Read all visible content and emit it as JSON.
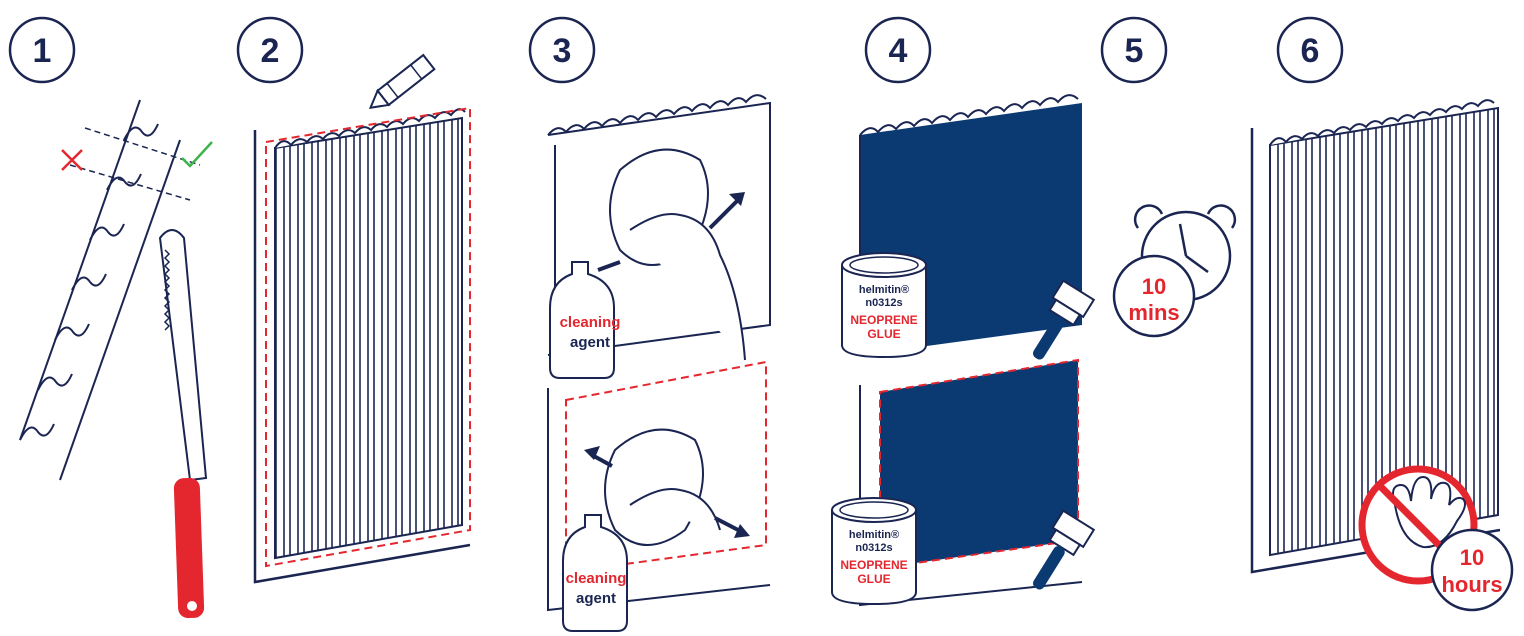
{
  "steps": [
    {
      "number": "1"
    },
    {
      "number": "2"
    },
    {
      "number": "3",
      "bottle_label_line1": "cleaning",
      "bottle_label_line2": "agent"
    },
    {
      "number": "4",
      "can_brand": "helmitin®",
      "can_code": "n0312s",
      "can_product_line1": "NEOPRENE",
      "can_product_line2": "GLUE"
    },
    {
      "number": "5",
      "timer_value": "10",
      "timer_unit": "mins"
    },
    {
      "number": "6",
      "timer_value": "10",
      "timer_unit": "hours"
    }
  ],
  "colors": {
    "navy": "#1b2552",
    "panel_navy": "#0b3a73",
    "accent_red": "#e4272f",
    "check_green": "#3cb44b"
  },
  "icons": [
    "knife-icon",
    "pencil-icon",
    "hand-wipe-icon",
    "brush-icon",
    "alarm-clock-icon",
    "no-touch-icon"
  ]
}
